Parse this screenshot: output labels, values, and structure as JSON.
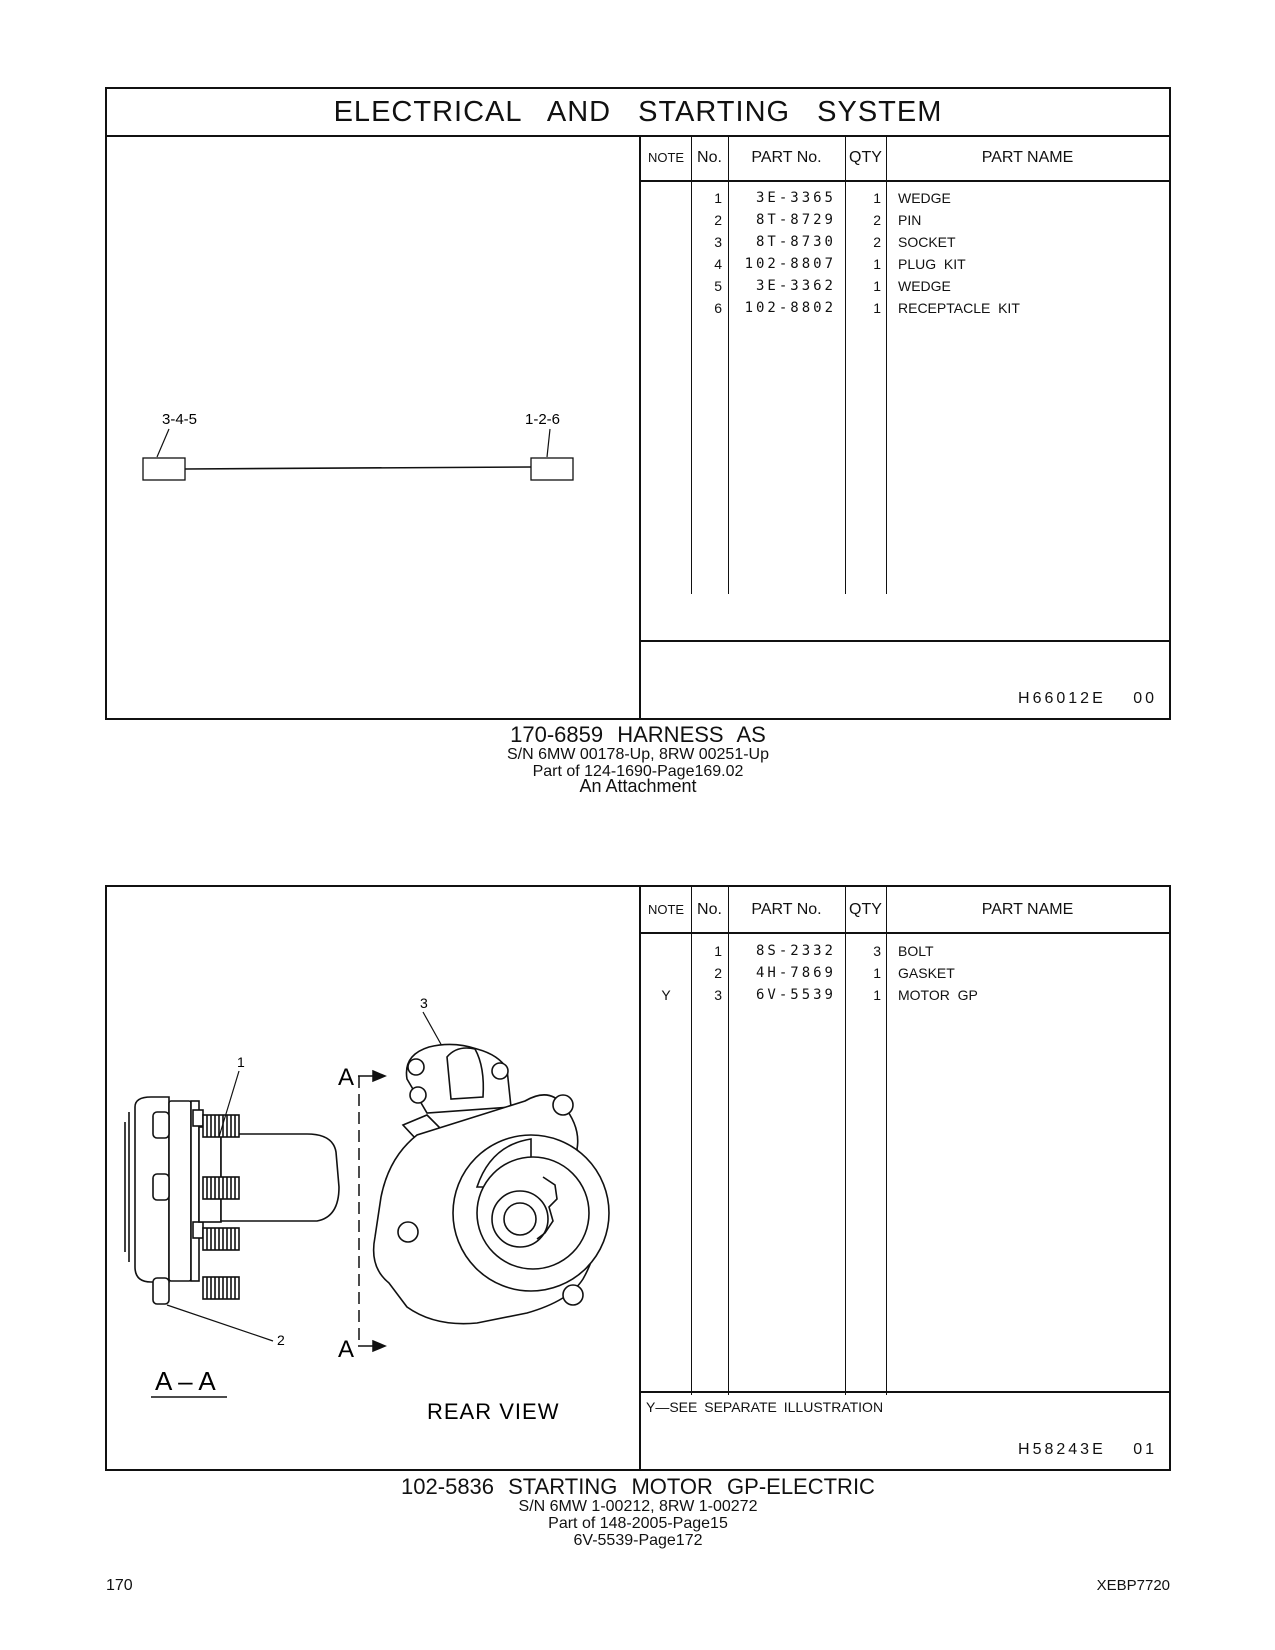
{
  "section_title": "ELECTRICAL AND STARTING SYSTEM",
  "table_headers": {
    "note": "NOTE",
    "no": "No.",
    "part_no": "PART No.",
    "qty": "QTY",
    "part_name": "PART NAME"
  },
  "harness": {
    "illustration_labels": {
      "left": "3-4-5",
      "right": "1-2-6"
    },
    "parts": [
      {
        "note": "",
        "no": "1",
        "part_no": "3E-3365",
        "qty": "1",
        "name": "WEDGE"
      },
      {
        "note": "",
        "no": "2",
        "part_no": "8T-8729",
        "qty": "2",
        "name": "PIN"
      },
      {
        "note": "",
        "no": "3",
        "part_no": "8T-8730",
        "qty": "2",
        "name": "SOCKET"
      },
      {
        "note": "",
        "no": "4",
        "part_no": "102-8807",
        "qty": "1",
        "name": "PLUG  KIT"
      },
      {
        "note": "",
        "no": "5",
        "part_no": "3E-3362",
        "qty": "1",
        "name": "WEDGE"
      },
      {
        "note": "",
        "no": "6",
        "part_no": "102-8802",
        "qty": "1",
        "name": "RECEPTACLE  KIT"
      }
    ],
    "code": "H66012E  00",
    "caption": {
      "title": "170-6859  HARNESS  AS",
      "sn": "S/N 6MW 00178-Up, 8RW 00251-Up",
      "part_of": "Part of 124-1690-Page169.02",
      "attachment": "An Attachment"
    }
  },
  "starter": {
    "illustration_labels": {
      "section": "A – A",
      "arrow_top": "A",
      "arrow_bottom": "A",
      "rear_view": "REAR  VIEW",
      "callout_1": "1",
      "callout_2": "2",
      "callout_3": "3"
    },
    "parts": [
      {
        "note": "",
        "no": "1",
        "part_no": "8S-2332",
        "qty": "3",
        "name": "BOLT"
      },
      {
        "note": "",
        "no": "2",
        "part_no": "4H-7869",
        "qty": "1",
        "name": "GASKET"
      },
      {
        "note": "Y",
        "no": "3",
        "part_no": "6V-5539",
        "qty": "1",
        "name": "MOTOR  GP"
      }
    ],
    "footnote": "Y—SEE  SEPARATE  ILLUSTRATION",
    "code": "H58243E  01",
    "caption": {
      "title": "102-5836  STARTING  MOTOR  GP-ELECTRIC",
      "sn": "S/N 6MW 1-00212, 8RW 1-00272",
      "part_of": "Part of 148-2005-Page15",
      "ref": "6V-5539-Page172"
    }
  },
  "page_number": "170",
  "doc_id": "XEBP7720"
}
